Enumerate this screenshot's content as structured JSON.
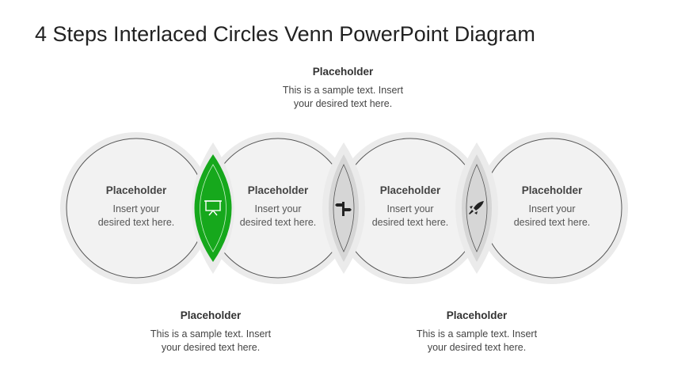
{
  "title": "4 Steps Interlaced Circles Venn PowerPoint Diagram",
  "top": {
    "heading": "Placeholder",
    "text": "This is a sample text. Insert your desired text here."
  },
  "bottom": [
    {
      "heading": "Placeholder",
      "text": "This is a sample text. Insert your desired text here."
    },
    {
      "heading": "Placeholder",
      "text": "This is a sample text. Insert your desired text here."
    }
  ],
  "circles": [
    {
      "heading": "Placeholder",
      "text": "Insert your desired text here."
    },
    {
      "heading": "Placeholder",
      "text": "Insert your desired text here."
    },
    {
      "heading": "Placeholder",
      "text": "Insert your desired text here."
    },
    {
      "heading": "Placeholder",
      "text": "Insert your desired text here."
    }
  ],
  "lenses": [
    {
      "icon": "presentation-board-icon",
      "color": "#16a81c"
    },
    {
      "icon": "signpost-icon",
      "color": "#d6d6d6"
    },
    {
      "icon": "rocket-icon",
      "color": "#d6d6d6"
    }
  ]
}
